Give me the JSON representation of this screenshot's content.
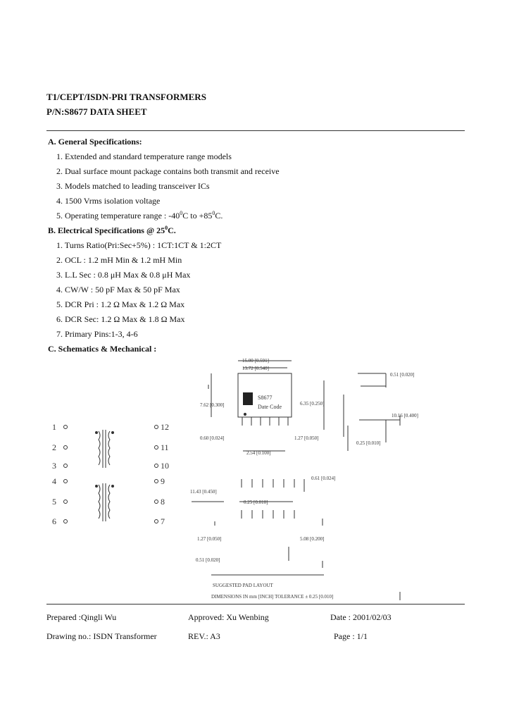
{
  "header": {
    "title": "T1/CEPT/ISDN-PRI TRANSFORMERS",
    "subtitle": "P/N:S8677 DATA SHEET"
  },
  "general": {
    "heading": "A. General Specifications:",
    "items": [
      "1. Extended and standard temperature range models",
      "2. Dual surface mount package contains both transmit and receive",
      "3. Models matched to leading transceiver ICs",
      "4. 1500 Vrms isolation voltage"
    ],
    "temp_prefix": "5. Operating temperature range : -40",
    "temp_sup1": "0",
    "temp_mid": "C to +85",
    "temp_sup2": "0",
    "temp_suffix": "C."
  },
  "electrical": {
    "heading_prefix": "B. Electrical Specifications @ 25",
    "heading_sup": "0",
    "heading_suffix": "C.",
    "items": [
      "1. Turns Ratio(Pri:Sec+5%) : 1CT:1CT & 1:2CT",
      "2. OCL : 1.2 mH Min & 1.2 mH Min",
      "3. L.L Sec : 0.8 μH Max & 0.8 μH Max",
      "4. CW/W : 50 pF Max & 50 pF Max",
      "5. DCR Pri : 1.2 Ω Max & 1.2 Ω Max",
      "6. DCR Sec: 1.2 Ω Max & 1.8 Ω Max",
      "7. Primary Pins:1-3, 4-6"
    ]
  },
  "schematics": {
    "heading": "C. Schematics & Mechanical :",
    "pins_left": [
      "1",
      "2",
      "3",
      "4",
      "5",
      "6"
    ],
    "pins_right": [
      "12",
      "11",
      "10",
      "9",
      "8",
      "7"
    ],
    "marking_line1": "S8677",
    "marking_line2": "Date Code",
    "dims": [
      "15.00 [0.591]",
      "13.72 [0.540]",
      "7.62 [0.300]",
      "0.60 [0.024]",
      "6.35 [0.250]",
      "1.27 [0.050]",
      "2.54 [0.100]",
      "0.51 [0.020]",
      "10.16 [0.400]",
      "0.25 [0.010]",
      "0.61 [0.024]",
      "11.43 [0.450]",
      "0.25 [0.010]",
      "1.27 [0.050]",
      "5.08 [0.200]",
      "0.51 [0.020]"
    ],
    "note1": "SUGGESTED PAD LAYOUT",
    "note2": "DIMENSIONS IN mm [INCH]  TOLERANCE ± 0.25 [0.010]"
  },
  "footer": {
    "prepared": "Prepared :Qingli Wu",
    "approved": "Approved: Xu Wenbing",
    "date": "Date : 2001/02/03",
    "drawing": "Drawing no.: ISDN Transformer",
    "rev": "REV.: A3",
    "page": "Page : 1/1"
  }
}
